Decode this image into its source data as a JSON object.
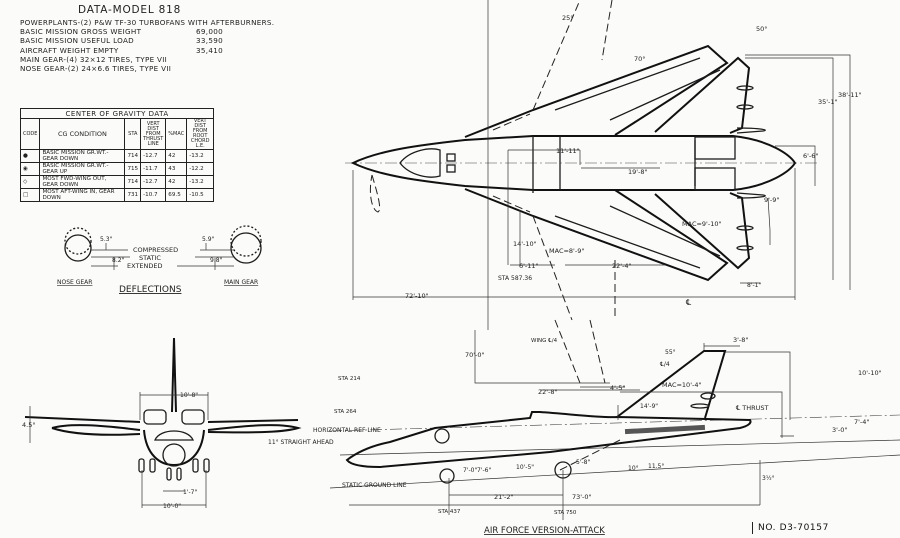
{
  "title": "DATA-MODEL 818",
  "specs": {
    "powerplants": "POWERPLANTS-(2) P&W TF-30 TURBOFANS WITH AFTERBURNERS.",
    "rows": [
      {
        "label": "BASIC MISSION GROSS WEIGHT",
        "value": "69,000"
      },
      {
        "label": "BASIC MISSION USEFUL LOAD",
        "value": "33,590"
      },
      {
        "label": "AIRCRAFT WEIGHT EMPTY",
        "value": "35,410"
      }
    ],
    "main_gear": "MAIN GEAR-(4) 32×12 TIRES, TYPE VII",
    "nose_gear": "NOSE GEAR-(2) 24×6.6 TIRES, TYPE VII"
  },
  "cg_table": {
    "title": "CENTER OF GRAVITY DATA",
    "headers": [
      "CODE",
      "CG CONDITION",
      "STA",
      "VERT DIST FROM THRUST LINE",
      "%MAC",
      "VERT DIST FROM ROOT CHORD L.E."
    ],
    "rows": [
      {
        "code": "●",
        "condition": "BASIC MISSION GR.WT.-GEAR DOWN",
        "sta": "714",
        "vert": "-12.7",
        "mac": "42",
        "root": "-13.2"
      },
      {
        "code": "◉",
        "condition": "BASIC MISSION GR.WT.-GEAR UP",
        "sta": "715",
        "vert": "-11.7",
        "mac": "43",
        "root": "-12.2"
      },
      {
        "code": "◇",
        "condition": "MOST FWD-WING OUT, GEAR DOWN",
        "sta": "714",
        "vert": "-12.7",
        "mac": "42",
        "root": "-13.2"
      },
      {
        "code": "□",
        "condition": "MOST AFT-WING IN, GEAR DOWN",
        "sta": "731",
        "vert": "-10.7",
        "mac": "69.5",
        "root": "-10.5"
      }
    ]
  },
  "deflections": {
    "title": "DEFLECTIONS",
    "compressed": "COMPRESSED",
    "static": "STATIC",
    "extended": "EXTENDED",
    "nose_gear": "NOSE GEAR",
    "main_gear": "MAIN GEAR",
    "nose_up": "5.3\"",
    "nose_down": "8.2\"",
    "main_up": "5.9\"",
    "main_down": "9.8\""
  },
  "front_view": {
    "span_pods": "10'-8\"",
    "dihedral": "4.5°",
    "track_nose": "1'-7\"",
    "track_main": "10'-0\"",
    "straight_ahead": "11° STRAIGHT AHEAD"
  },
  "plan_view": {
    "sweep_25": "25°",
    "sweep_70": "70°",
    "tail_50": "50°",
    "span_out": "38'-11\"",
    "span_tail": "35'-1\"",
    "d_11_11": "11'-11\"",
    "d_19_8": "19'-8\"",
    "d_6_6": "6'-6\"",
    "d_9_9": "9'-9\"",
    "mac_tail": "MAC=9'-10\"",
    "mac_wing": "MAC=8'-9\"",
    "d_14_10": "14'-10\"",
    "d_6_11": "6'-11\"",
    "d_22_4": "22'-4\"",
    "sta": "STA 587.36",
    "length": "72'-10\"",
    "d_8_1": "8'-1\"",
    "cl": "℄"
  },
  "side_view": {
    "wing_c4": "WING ℄/4",
    "d_70": "70'-0\"",
    "d_22_8": "22'-8\"",
    "d_4_5": "4'-5\"",
    "d_3_8": "3'-8\"",
    "angle_55": "55°",
    "c4": "℄/4",
    "mac_fin": "MAC=10'-4\"",
    "d_10_10": "10'-10\"",
    "d_14_9": "14'-9\"",
    "thrust": "℄ THRUST",
    "d_7_4": "7'-4\"",
    "d_3_0": "3'-0\"",
    "sta_214": "STA 214",
    "sta_264": "STA 264",
    "horiz_ref": "HORIZONTAL REF LINE",
    "d_7_0": "7'-0\"",
    "d_7_6": "7'-6\"",
    "d_10_5": "10'-5\"",
    "d_5_8": "5'-8\"",
    "angle_10": "10°",
    "angle_11_5": "11.5°",
    "angle_3_5": "3½°",
    "ground": "STATIC GROUND LINE",
    "d_21_2": "21'-2\"",
    "d_73_0": "73'-0\"",
    "sta_437": "STA 437",
    "sta_750": "STA 750",
    "caption": "AIR FORCE VERSION-ATTACK",
    "drawing_no": "NO. D3-70157"
  }
}
